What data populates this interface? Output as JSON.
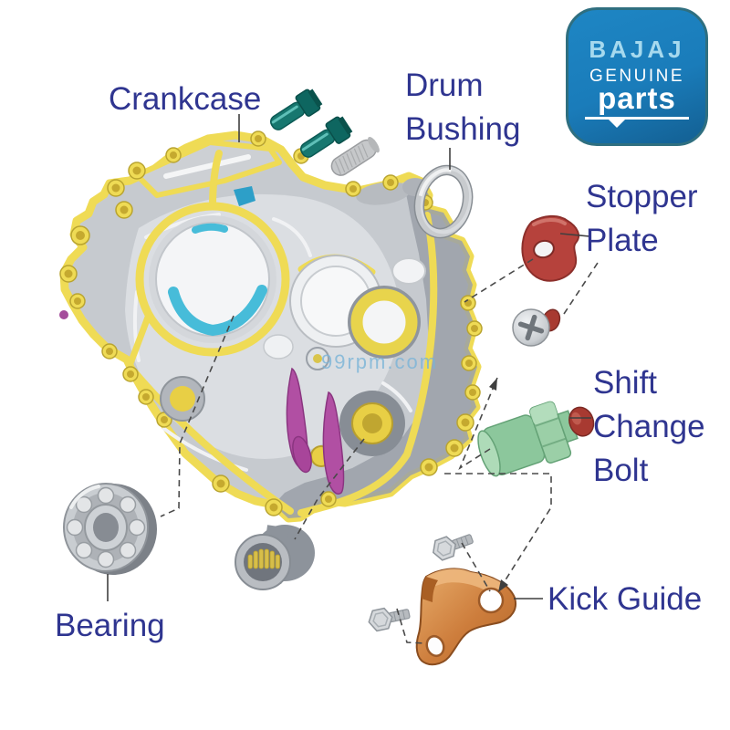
{
  "logo": {
    "brand": "BAJAJ",
    "genuine": "GENUINE",
    "parts": "parts"
  },
  "watermark": "99rpm.com",
  "labels": {
    "crankcase": {
      "lines": [
        "Crankcase"
      ]
    },
    "drum_bushing": {
      "lines": [
        "Drum",
        "Bushing"
      ]
    },
    "stopper_plate": {
      "lines": [
        "Stopper",
        "Plate"
      ]
    },
    "shift_change_bolt": {
      "lines": [
        "Shift",
        "Change",
        "Bolt"
      ]
    },
    "bearing": {
      "lines": [
        "Bearing"
      ]
    },
    "kick_guide": {
      "lines": [
        "Kick Guide"
      ]
    }
  },
  "icons": [
    "crankcase-icon",
    "teal-bolt-icon",
    "knurled-stud-icon",
    "drum-bushing-ring-icon",
    "stopper-plate-icon",
    "phillips-screw-icon",
    "shift-change-bolt-icon",
    "ball-bearing-icon",
    "needle-bearing-icon",
    "kick-guide-bracket-icon",
    "hex-flange-bolt-icon"
  ],
  "colors": {
    "label_text": "#2f3590",
    "logo_blue": "#1a7cba",
    "logo_border": "#2f6f80",
    "logo_letter_blue": "#a6d9ee",
    "gasket_yellow": "#efdb55",
    "body_gray": "#c6cacf",
    "bore_cyan": "#47bcd9",
    "fork_magenta": "#b14fa3",
    "bolt_teal": "#17776f",
    "stopper_red": "#b6423c",
    "shift_green": "#8cc79c",
    "kick_orange": "#cd7d3c",
    "watermark_blue": "#7ab4d8"
  }
}
